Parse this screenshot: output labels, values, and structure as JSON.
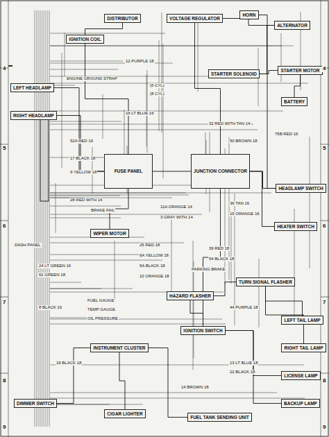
{
  "diagram": {
    "nodes": [
      {
        "text": [
          "HORN"
        ]
      },
      {
        "text": [
          "ALTERNATOR"
        ]
      },
      {
        "text": [
          "VOLTAGE REGULATOR"
        ]
      },
      {
        "text": [
          "DISTRIBUTOR"
        ]
      },
      {
        "text": [
          "IGNITION COIL"
        ]
      },
      {
        "text": [
          "STARTER MOTOR"
        ]
      },
      {
        "text": [
          "BATTERY"
        ]
      },
      {
        "text": [
          "STARTER SOLENOID"
        ]
      },
      {
        "text": [
          "FUSE PANEL"
        ]
      },
      {
        "text": [
          "JUNCTION CONNECTOR"
        ]
      },
      {
        "text": [
          "HEADLAMP SWITCH"
        ]
      },
      {
        "text": [
          "IGNITION SWITCH"
        ]
      },
      {
        "text": [
          "WIPER MOTOR"
        ]
      },
      {
        "text": [
          "INSTRUMENT CLUSTER"
        ]
      },
      {
        "text": [
          "HAZARD FLASHER"
        ]
      },
      {
        "text": [
          "TURN SIGNAL FLASHER"
        ]
      },
      {
        "text": [
          "CIGAR LIGHTER"
        ]
      },
      {
        "text": [
          "LEFT TAIL LAMP"
        ]
      },
      {
        "text": [
          "RIGHT TAIL LAMP"
        ]
      },
      {
        "text": [
          "LICENSE LAMP"
        ]
      },
      {
        "text": [
          "BACKUP LAMP"
        ]
      },
      {
        "text": [
          "FUEL TANK SENDING UNIT"
        ]
      },
      {
        "text": [
          "LEFT HEADLAMP"
        ]
      },
      {
        "text": [
          "RIGHT HEADLAMP"
        ]
      },
      {
        "text": [
          "DIMMER SWITCH"
        ]
      },
      {
        "text": [
          "HEATER SWITCH"
        ]
      }
    ],
    "edges": [
      {
        "from": 6,
        "to": 5,
        "arrow": "none"
      },
      {
        "from": 5,
        "to": 7,
        "arrow": "none"
      },
      {
        "from": 7,
        "to": 1,
        "arrow": "none"
      },
      {
        "from": 1,
        "to": 2,
        "arrow": "none"
      },
      {
        "from": 2,
        "to": 9,
        "arrow": "none"
      },
      {
        "from": 3,
        "to": 4,
        "arrow": "none"
      },
      {
        "from": 4,
        "to": 8,
        "arrow": "none"
      },
      {
        "from": 8,
        "to": 9,
        "arrow": "none"
      },
      {
        "from": 9,
        "to": 10,
        "arrow": "none"
      },
      {
        "from": 10,
        "to": 0,
        "arrow": "none"
      },
      {
        "from": 22,
        "to": 8,
        "arrow": "none"
      },
      {
        "from": 23,
        "to": 8,
        "arrow": "none"
      },
      {
        "from": 8,
        "to": 12,
        "arrow": "none"
      },
      {
        "from": 9,
        "to": 11,
        "arrow": "none"
      },
      {
        "from": 11,
        "to": 14,
        "arrow": "none"
      },
      {
        "from": 14,
        "to": 15,
        "arrow": "none"
      },
      {
        "from": 15,
        "to": 17,
        "arrow": "none"
      },
      {
        "from": 15,
        "to": 18,
        "arrow": "none"
      },
      {
        "from": 13,
        "to": 21,
        "arrow": "none"
      },
      {
        "from": 11,
        "to": 19,
        "arrow": "none"
      },
      {
        "from": 11,
        "to": 20,
        "arrow": "none"
      },
      {
        "from": 24,
        "to": 13,
        "arrow": "none"
      },
      {
        "from": 13,
        "to": 16,
        "arrow": "none"
      },
      {
        "from": 25,
        "to": 9,
        "arrow": "none"
      }
    ],
    "labels": [
      "4",
      "5",
      "6",
      "7",
      "8",
      "9",
      "4",
      "5",
      "6",
      "7",
      "8",
      "9",
      "12 PURPLE 18",
      "16 LT BLUE 16",
      "32 RED WITH TAN 14",
      "50 BROWN 18",
      "75B RED 16",
      "52A RED 16",
      "17 BLACK 18",
      "9 YELLOW 18",
      "28 RED WITH 14",
      "11A ORANGE 14",
      "3 GRAY WITH 14",
      "36 TAN 16",
      "15 ORANGE 16",
      "25 RED 18",
      "6A YELLOW 18",
      "5A BLACK 18",
      "10 ORANGE 18",
      "39 RED 18",
      "54 BLACK 18",
      "PARKING BRAKE",
      "BRAKE FAIL",
      "FUEL GAUGE",
      "TEMP GAUGE",
      "OIL PRESSURE",
      "44 PURPLE 18",
      "13 LT BLUE 18",
      "22 BLACK 18",
      "14 BROWN 18",
      "19 BLACK 18",
      "24 LT GREEN 16",
      "61 GREEN 18",
      "8 BLACK 16",
      "ENGINE GROUND STRAP",
      "DASH PANEL",
      "(6 CYL)",
      "(8 CYL)"
    ]
  }
}
